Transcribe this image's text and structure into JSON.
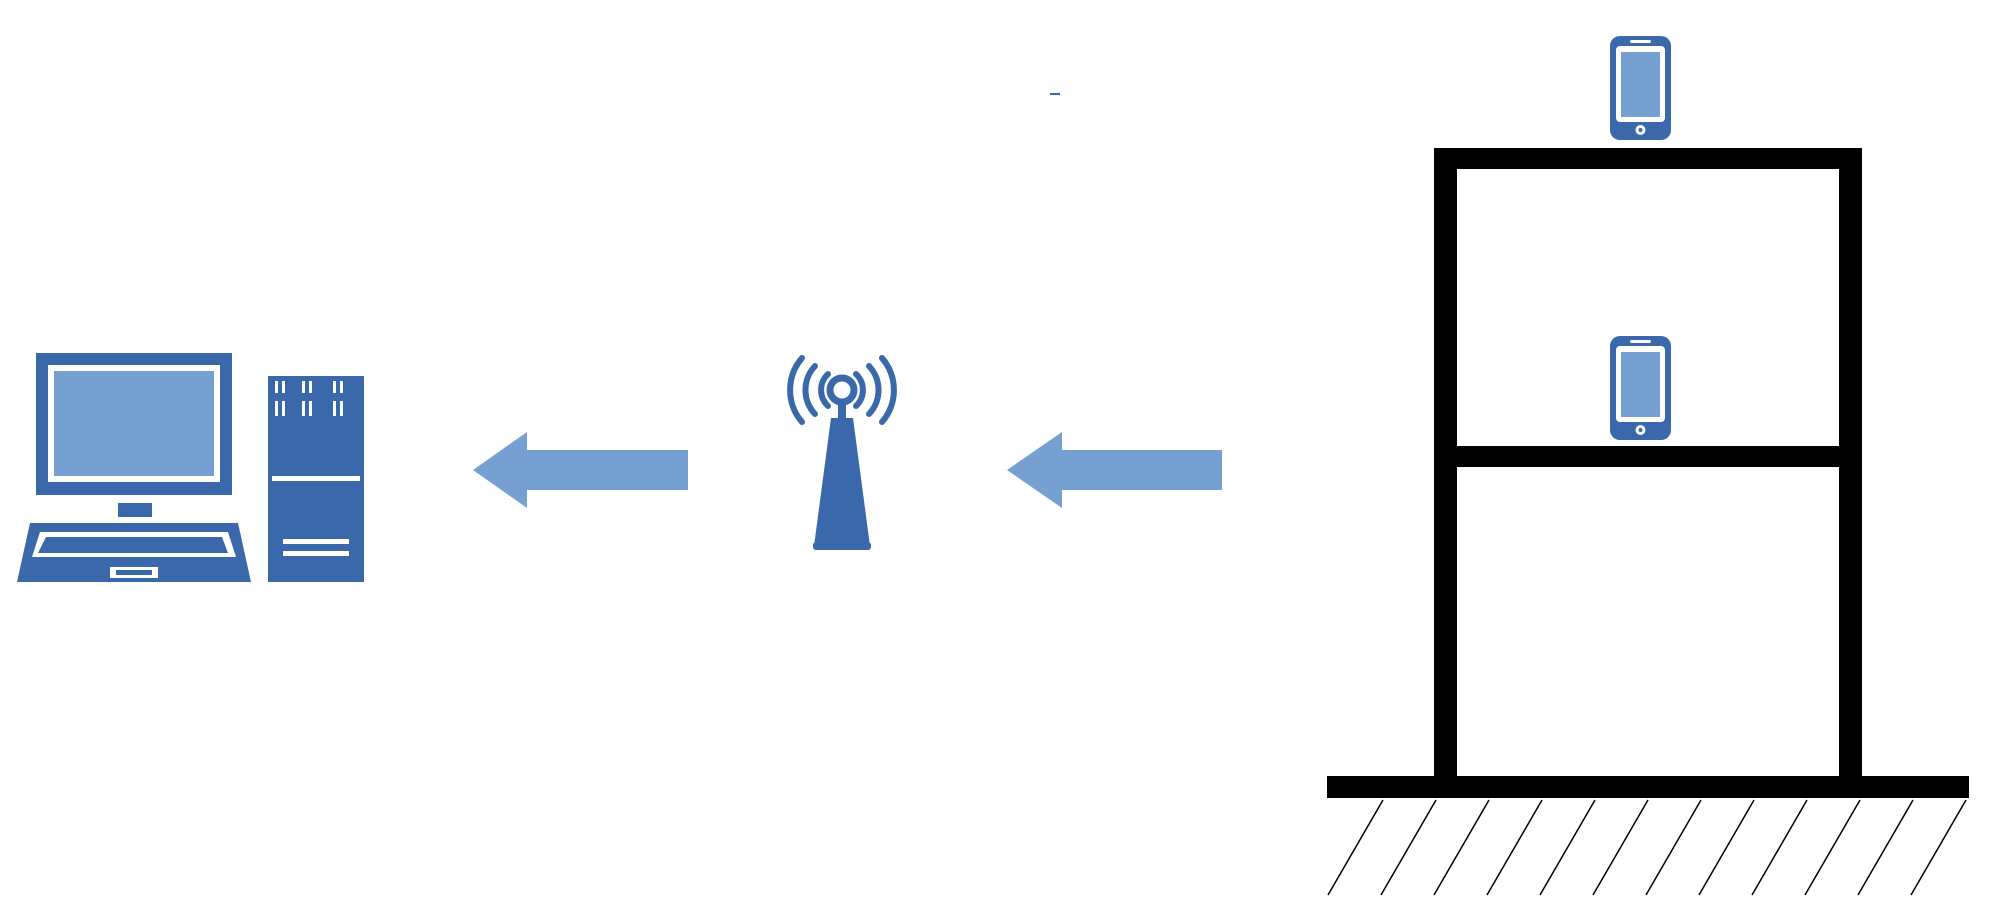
{
  "diagram": {
    "colors": {
      "icon_dark": "#3a68aa",
      "icon_light": "#76a0d2",
      "arrow": "#76a0d2",
      "structure": "#000000",
      "background": "#ffffff"
    },
    "nodes": [
      {
        "id": "computer",
        "icon": "desktop-computer-icon"
      },
      {
        "id": "antenna",
        "icon": "antenna-tower-icon"
      },
      {
        "id": "building",
        "icon": "two-story-frame-icon"
      },
      {
        "id": "sensor-top",
        "icon": "smartphone-icon"
      },
      {
        "id": "sensor-middle",
        "icon": "smartphone-icon"
      }
    ],
    "flows": [
      {
        "from": "building",
        "to": "antenna",
        "direction": "left"
      },
      {
        "from": "antenna",
        "to": "computer",
        "direction": "left"
      }
    ]
  }
}
